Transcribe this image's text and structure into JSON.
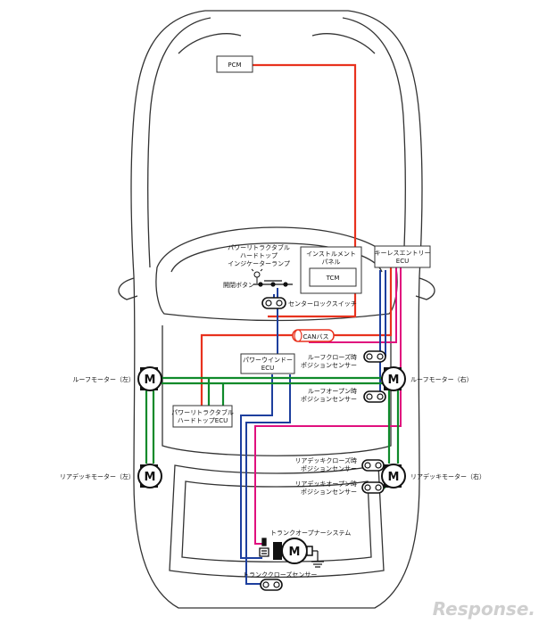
{
  "labels": {
    "pcm": "PCM",
    "tcm": "TCM",
    "instrument_panel": [
      "インストルメント",
      "パネル"
    ],
    "keyless_ecu": [
      "キーレスエントリー",
      "ECU"
    ],
    "indicator_lamp": [
      "パワーリトラクタブル",
      "ハードトップ",
      "インジケーターランプ"
    ],
    "open_close_button": "開閉ボタン",
    "center_lock_switch": "センターロックスイッチ",
    "can_bus": "CANバス",
    "power_window_ecu": [
      "パワーウインドー",
      "ECU"
    ],
    "roof_close_sensor": [
      "ルーフクローズ時",
      "ポジションセンサー"
    ],
    "roof_open_sensor": [
      "ルーフオープン時",
      "ポジションセンサー"
    ],
    "roof_motor_left": "ルーフモーター（左）",
    "roof_motor_right": "ルーフモーター（右）",
    "hardtop_ecu": [
      "パワーリトラクタブル",
      "ハードトップECU"
    ],
    "rear_deck_close_sensor": [
      "リアデッキクローズ時",
      "ポジションセンサー"
    ],
    "rear_deck_open_sensor": [
      "リアデッキオープン時",
      "ポジションセンサー"
    ],
    "rear_deck_motor_left": "リアデッキモーター（左）",
    "rear_deck_motor_right": "リアデッキモーター（右）",
    "trunk_opener": "トランクオープナーシステム",
    "trunk_close_sensor": "トランククローズセンサー",
    "motor_symbol": "M",
    "brand": "Response."
  },
  "colors": {
    "can_bus": "#e8321e",
    "signal_blue": "#1d3f9e",
    "signal_magenta": "#e0107e",
    "motor_green": "#0f8a2a",
    "body_outline": "#333333"
  }
}
